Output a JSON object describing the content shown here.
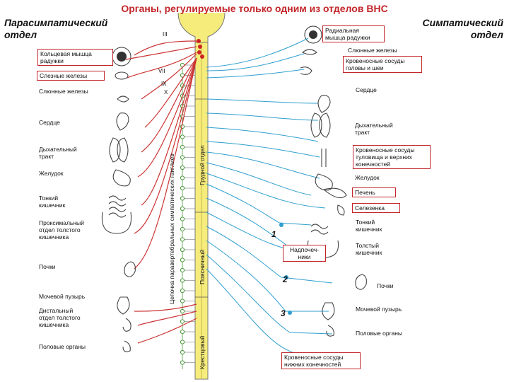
{
  "title": "Органы, регулируемые только одним из отделов ВНС",
  "divisions": {
    "parasympathetic_line1": "Парасимпатический",
    "parasympathetic_line2": "отдел",
    "sympathetic_line1": "Симпатический",
    "sympathetic_line2": "отдел"
  },
  "cranial_nerves": [
    "III",
    "VII",
    "IX",
    "X"
  ],
  "left_labels": {
    "ciliary_muscle_1": "Кольцевая мышца",
    "ciliary_muscle_2": "радужки",
    "lacrimal": "Слезные железы",
    "salivary": "Слюнные железы",
    "heart": "Сердце",
    "resp_1": "Дыхательный",
    "resp_2": "тракт",
    "stomach": "Желудок",
    "small_int_1": "Тонкий",
    "small_int_2": "кишечник",
    "prox_colon_1": "Проксимальный",
    "prox_colon_2": "отдел толстого",
    "prox_colon_3": "кишечника",
    "kidneys": "Почки",
    "bladder": "Мочевой пузырь",
    "dist_colon_1": "Дистальный",
    "dist_colon_2": "отдел толстого",
    "dist_colon_3": "кишечника",
    "genitals": "Половые органы"
  },
  "right_labels": {
    "dilator_1": "Радиальная",
    "dilator_2": "мышца радужки",
    "salivary": "Слюнные железы",
    "head_vessels_1": "Кровеносные сосуды",
    "head_vessels_2": "головы и шеи",
    "heart": "Сердце",
    "resp_1": "Дыхательный",
    "resp_2": "тракт",
    "trunk_vessels_1": "Кровеносные сосуды",
    "trunk_vessels_2": "туловища и верхних",
    "trunk_vessels_3": "конечностей",
    "stomach": "Желудок",
    "liver": "Печень",
    "spleen": "Селезенка",
    "small_int_1": "Тонкий",
    "small_int_2": "кишечник",
    "adrenal_1": "Надпочеч-",
    "adrenal_2": "ники",
    "large_int_1": "Толстый",
    "large_int_2": "кишечник",
    "kidneys": "Почки",
    "bladder": "Мочевой пузырь",
    "genitals": "Половые органы",
    "lower_vessels_1": "Кровеносные сосуды",
    "lower_vessels_2": "нижних конечностей"
  },
  "cord_labels": {
    "chain": "Цепочка паравертебральных симпатических ганглиев",
    "thoracic": "Грудной отдел",
    "lumbar": "Поясничный",
    "sacral": "Крестцовый"
  },
  "ganglia_numbers": [
    "1",
    "2",
    "3"
  ],
  "colors": {
    "title": "#c3262a",
    "highlight_box": "#c3262a",
    "parasympathetic_path": "#cc3333",
    "sympathetic_path": "#2f9fcf",
    "spinal_cord": "#f6ec7c",
    "brainstem_dot": "#cc2222"
  }
}
